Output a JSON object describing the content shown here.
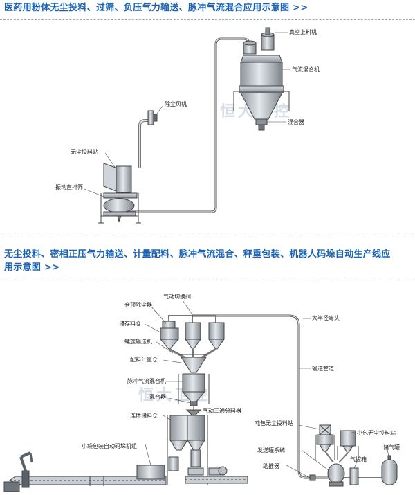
{
  "section1": {
    "title": "医药用粉体无尘投料、过筛、负压气力输送、脉冲气流混合应用示意图 >>",
    "labels": {
      "vacuum_loader": "真空上料机",
      "airflow_mixer": "气流混合机",
      "dust_fan": "除尘风机",
      "mixer": "混合器",
      "dustfree_station": "无尘投料站",
      "vibrating_sieve": "振动直排筛"
    }
  },
  "section2": {
    "title": "无尘投料、密相正压气力输送、计量配料、脉冲气流混合、秤重包装、机器人码垛自动生产线应用示意图 >>",
    "labels": {
      "pneumatic_valve": "气动切换阀",
      "silo_dust_collector": "仓顶除尘器",
      "storage_silo": "储存料仓",
      "screw_conveyor": "螺旋输送机",
      "batching_hopper": "配料计量仓",
      "big_radius_elbow": "大半径弯头",
      "pulse_mixer": "脉冲气流混合机",
      "conveying_pipe": "输送管道",
      "mixer": "混合器",
      "three_way_distributor": "气动三通分料器",
      "connected_silo": "连体储料仓",
      "ton_bag_station": "吨包无尘投料站",
      "small_bag_station": "小包无尘投料站",
      "small_bag_palletizer": "小袋包装自动码垛机组",
      "tank_system": "发送罐系统",
      "air_tank": "储气罐",
      "booster": "助推器",
      "air_control_box": "气控箱"
    }
  },
  "watermark": "恒大卫控"
}
